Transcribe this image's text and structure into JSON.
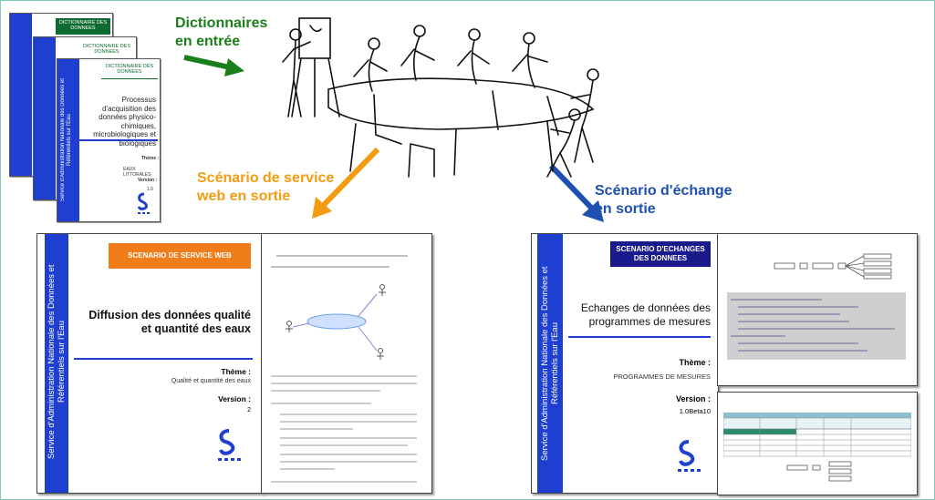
{
  "dictionaries": {
    "banner_back2": "DICTIONNAIRE DES DONNEES",
    "banner_back1": "DICTIONNAIRE DES DONNEES",
    "banner_front": "DICTIONNAIRE DES DONNEES",
    "vertical_text": "Service d'Administration Nationale des Données et Référentiels sur l'Eau",
    "title": "Processus d'acquisition des données physico-chimiques, microbiologiques et biologiques",
    "theme_label": "Thème :",
    "theme_value": "EAUX LITTORALES",
    "version_label": "Version :",
    "version_value": "1.0"
  },
  "labels": {
    "input": "Dictionnaires\nen entrée",
    "web_service": "Scénario de service\nweb en sortie",
    "exchange": "Scénario d'échange\nen sortie"
  },
  "web_doc": {
    "banner": "SCENARIO DE SERVICE WEB",
    "vertical_text": "Service d'Administration Nationale des Données et Référentiels sur l'Eau",
    "title": "Diffusion des données qualité et quantité des eaux",
    "theme_label": "Thème :",
    "theme_value": "Qualité et quantité des eaux",
    "version_label": "Version :",
    "version_value": "2",
    "logo": "SANDRE"
  },
  "exchange_doc": {
    "banner": "SCENARIO D'ECHANGES DES DONNEES",
    "vertical_text": "Service d'Administration Nationale des Données et Référentiels sur l'Eau",
    "title": "Echanges de données des programmes de mesures",
    "theme_label": "Thème :",
    "theme_value": "PROGRAMMES DE MESURES",
    "version_label": "Version :",
    "version_value": "1.0Beta10",
    "logo": "SANDRE"
  },
  "colors": {
    "green": "#1a7f1a",
    "orange": "#f39c12",
    "blue": "#1f4fb0",
    "band_blue": "#1f3fd0",
    "banner_green": "#0e6b2f",
    "banner_orange": "#f07d1a",
    "banner_navy": "#1a1a8c"
  }
}
